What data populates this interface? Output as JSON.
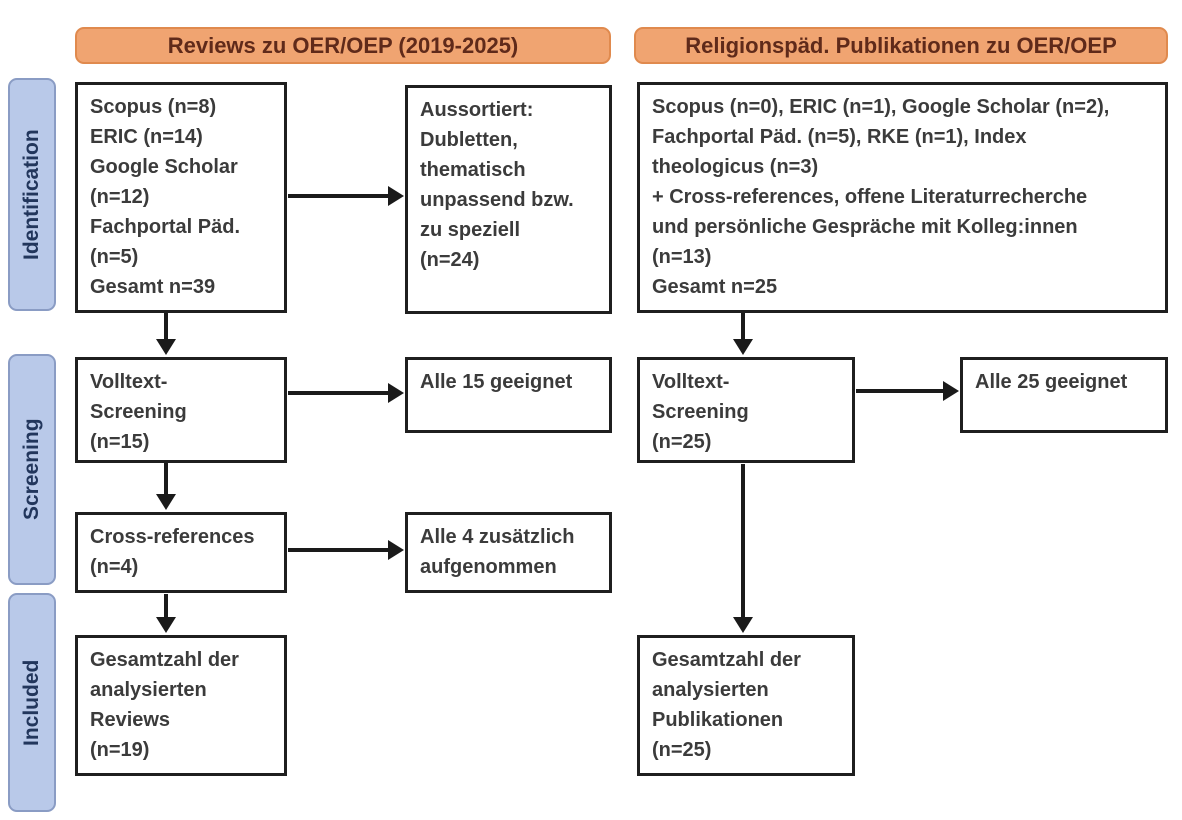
{
  "sidebar": {
    "identification": "Identification",
    "screening": "Screening",
    "included": "Included"
  },
  "columns": {
    "reviews": {
      "header": "Reviews zu OER/OEP (2019-2025)",
      "identification_box": "Scopus (n=8)\nERIC (n=14)\nGoogle Scholar\n(n=12)\nFachportal Päd.\n(n=5)\nGesamt n=39",
      "excluded_box": "Aussortiert:\nDubletten,\nthematisch\nunpassend bzw.\nzu speziell\n(n=24)",
      "screening_box": "Volltext-\nScreening\n(n=15)",
      "screening_result_box": "Alle 15 geeignet",
      "crossref_box": "Cross-references\n(n=4)",
      "crossref_result_box": "Alle 4 zusätzlich\naufgenommen",
      "included_box": "Gesamtzahl der\nanalysierten\nReviews\n(n=19)"
    },
    "religionspaed": {
      "header": "Religionspäd. Publikationen zu OER/OEP",
      "identification_box": "Scopus (n=0), ERIC (n=1), Google Scholar (n=2),\nFachportal Päd. (n=5), RKE (n=1), Index\ntheologicus (n=3)\n+ Cross-references, offene Literaturrecherche\nund persönliche Gespräche mit Kolleg:innen\n(n=13)\nGesamt n=25",
      "screening_box": "Volltext-\nScreening\n(n=25)",
      "screening_result_box": "Alle 25 geeignet",
      "included_box": "Gesamtzahl der\nanalysierten\nPublikationen\n(n=25)"
    }
  },
  "colors": {
    "background": "#ffffff",
    "header_fill": "#f0a471",
    "header_border": "#e08a4e",
    "header_text": "#5f2a1a",
    "stage_fill": "#b9c9e9",
    "stage_border": "#8a9cc4",
    "stage_text": "#22365c",
    "box_border": "#1f1f1f",
    "box_text": "#3b3b3b",
    "arrow": "#1a1a1a"
  }
}
